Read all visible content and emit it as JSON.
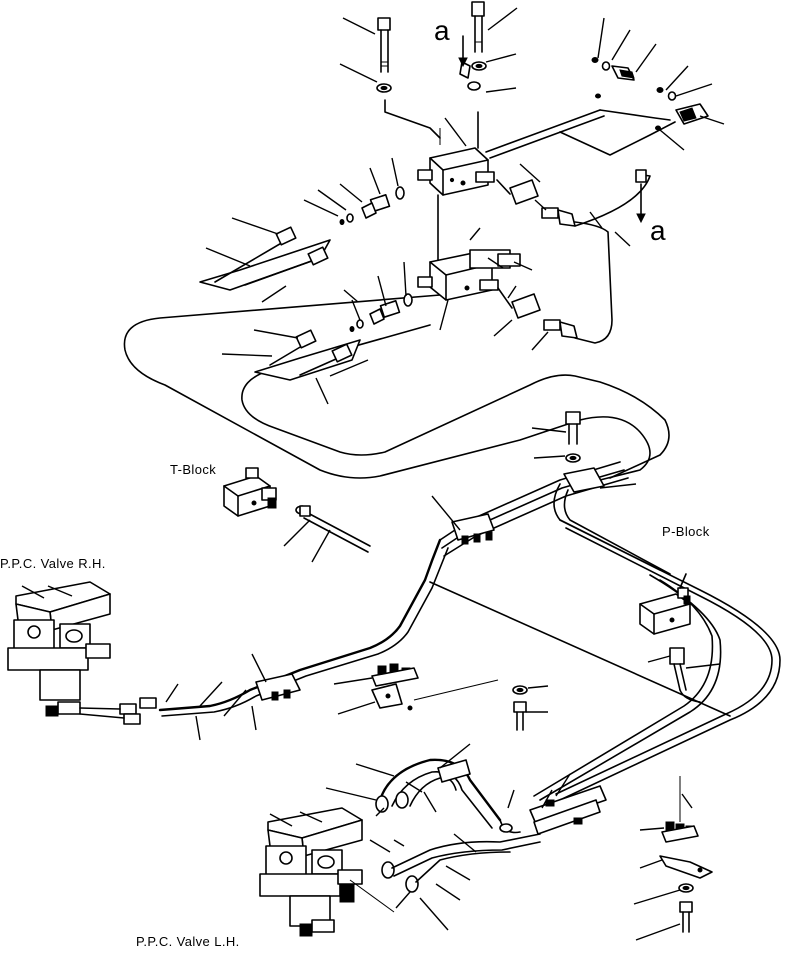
{
  "labels": {
    "t_block": "T-Block",
    "p_block": "P-Block",
    "ppc_rh": "P.P.C. Valve R.H.",
    "ppc_lh": "P.P.C. Valve L.H.",
    "ref_a_top": "a",
    "ref_a_right": "a"
  }
}
